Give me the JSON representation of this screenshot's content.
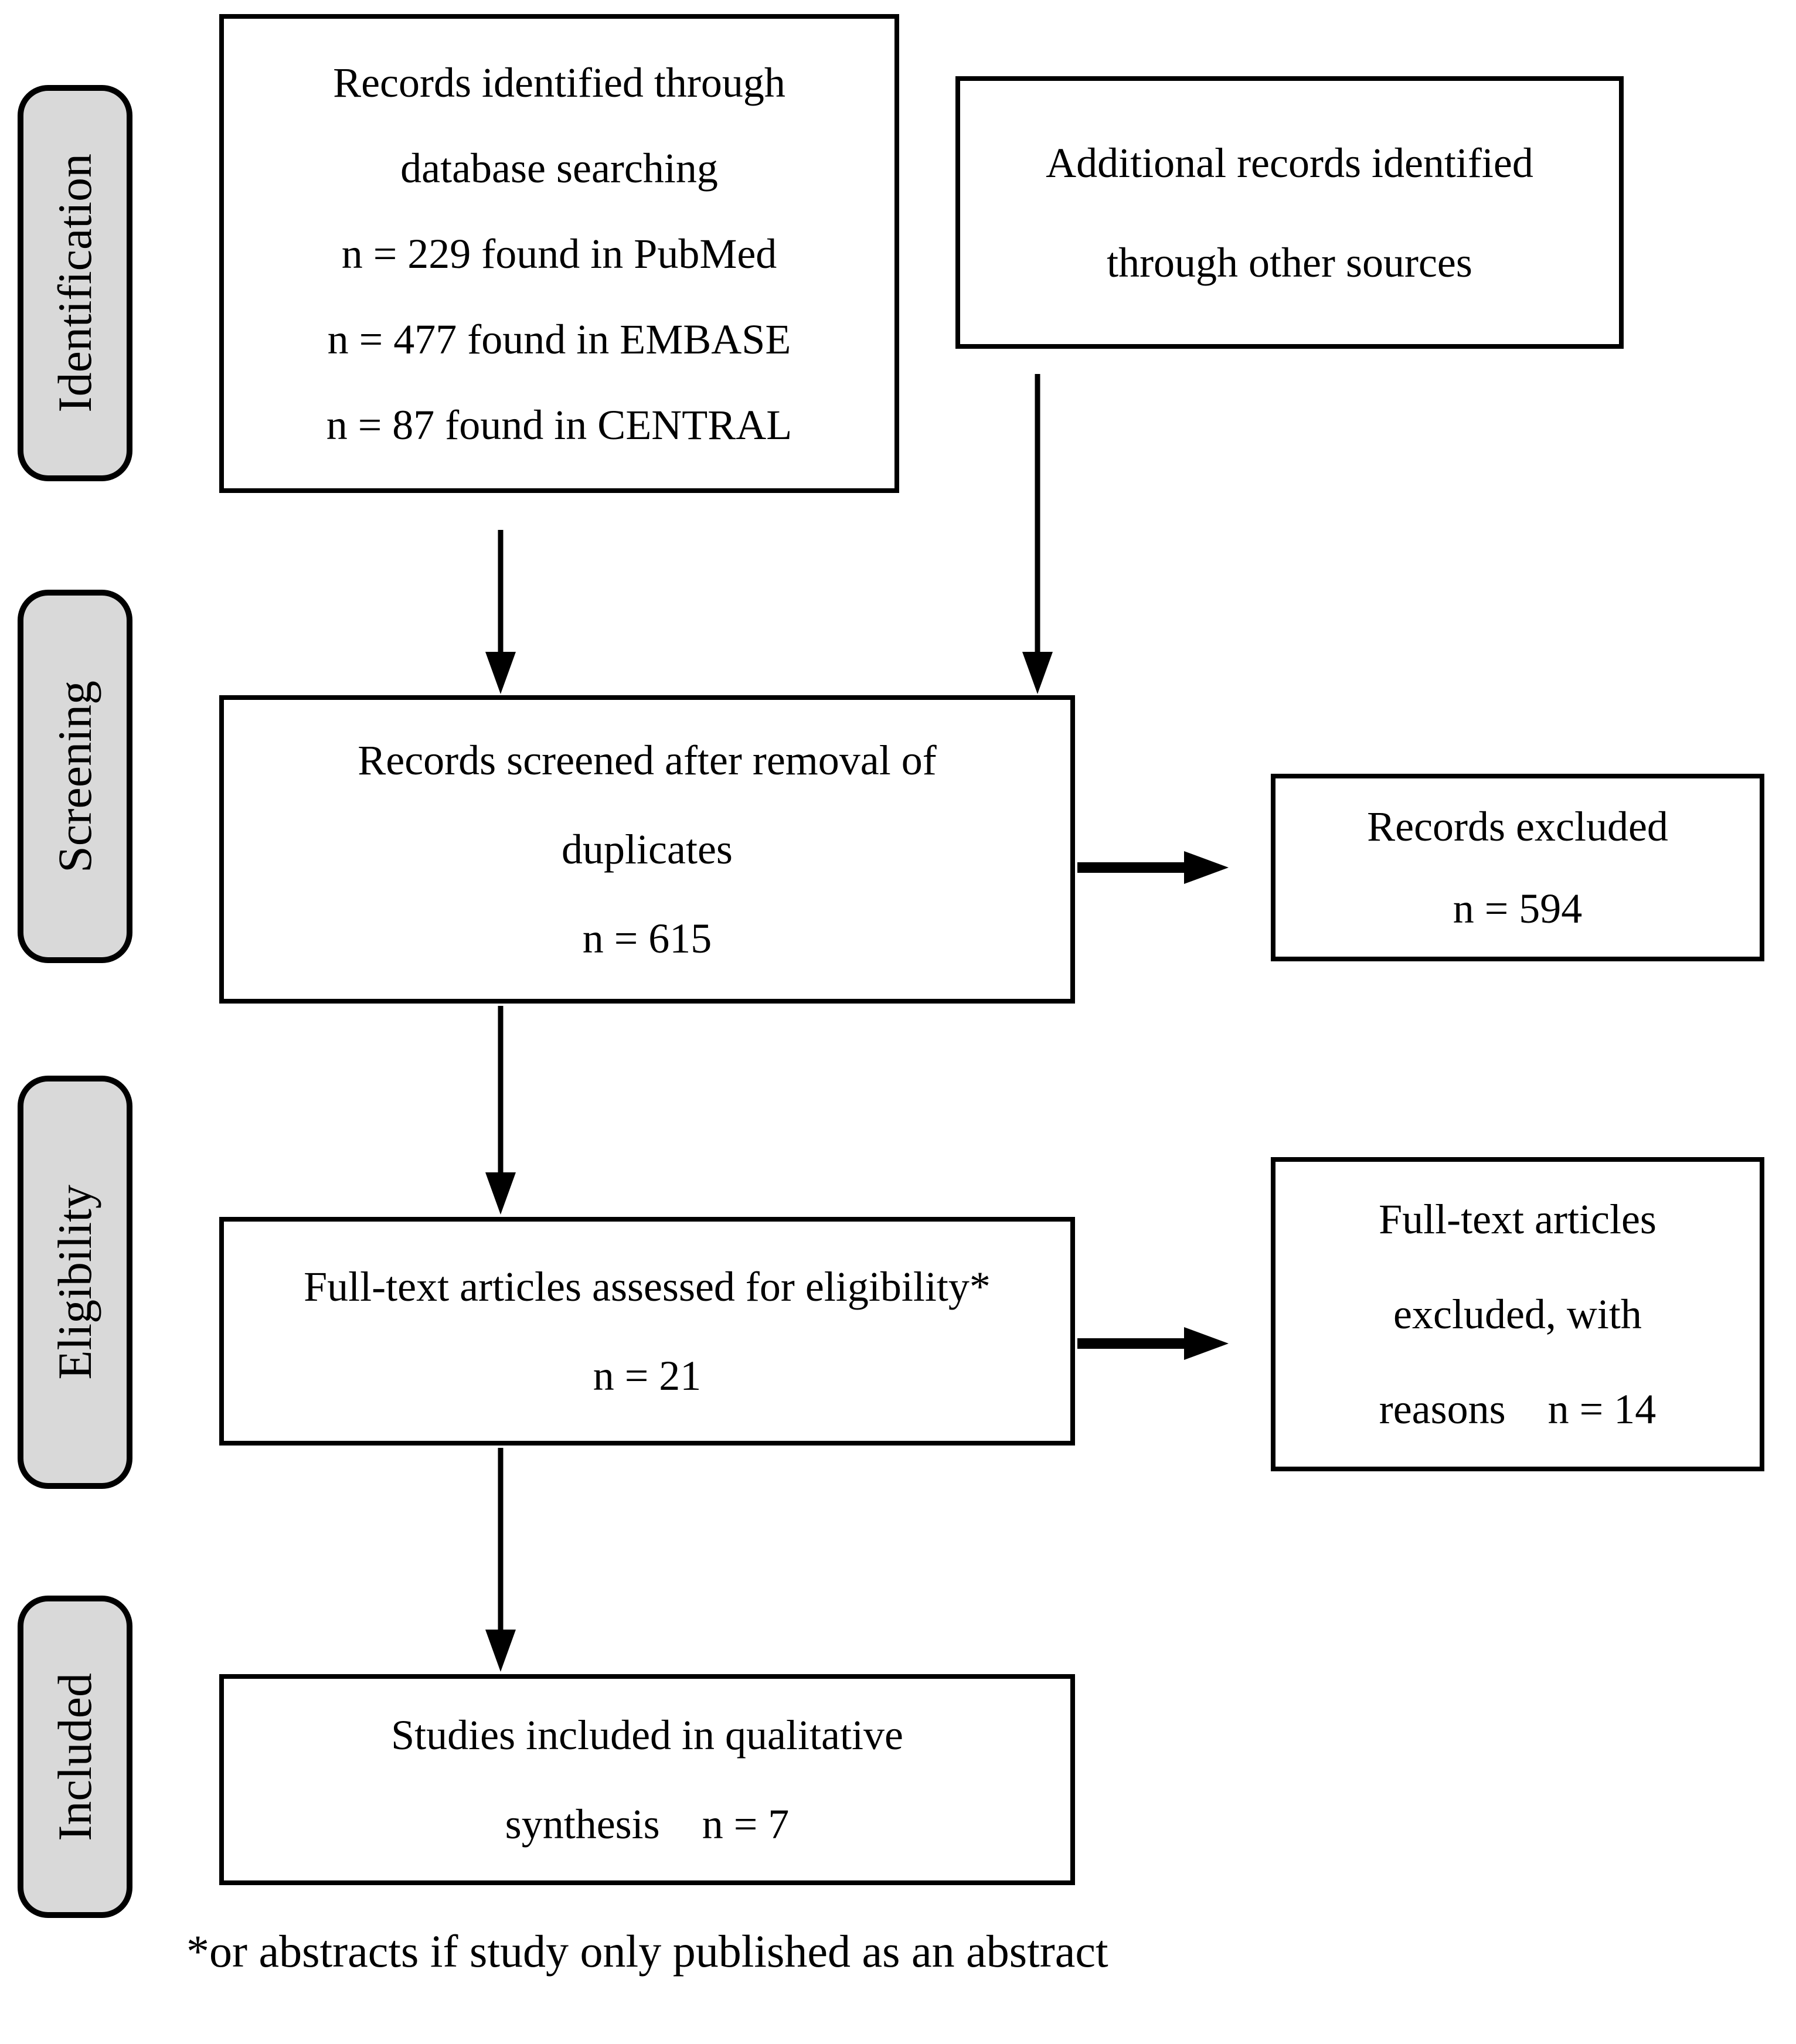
{
  "stages": {
    "identification": {
      "label": "Identification"
    },
    "screening": {
      "label": "Screening"
    },
    "eligibility": {
      "label": "Eligibility"
    },
    "included": {
      "label": "Included"
    }
  },
  "boxes": {
    "records_identified": {
      "lines": [
        "Records identified through",
        "database searching",
        "n = 229 found in PubMed",
        "n = 477 found in EMBASE",
        "n = 87 found in CENTRAL"
      ]
    },
    "additional_records": {
      "lines": [
        "Additional records identified",
        "through other sources"
      ]
    },
    "records_screened": {
      "lines": [
        "Records screened after removal of",
        "duplicates",
        "n = 615"
      ]
    },
    "records_excluded": {
      "lines": [
        "Records excluded",
        "n = 594"
      ]
    },
    "fulltext_assessed": {
      "lines": [
        "Full-text articles assessed for eligibility*",
        "n = 21"
      ]
    },
    "fulltext_excluded": {
      "lines": [
        "Full-text articles",
        "excluded, with",
        "reasons    n = 14"
      ]
    },
    "studies_included": {
      "lines": [
        "Studies included in qualitative",
        "synthesis    n = 7"
      ]
    }
  },
  "footnote": "*or abstracts if study only published as an abstract",
  "colors": {
    "stage_fill": "#d9d9d9",
    "line_color": "#000000",
    "box_fill": "#ffffff"
  }
}
